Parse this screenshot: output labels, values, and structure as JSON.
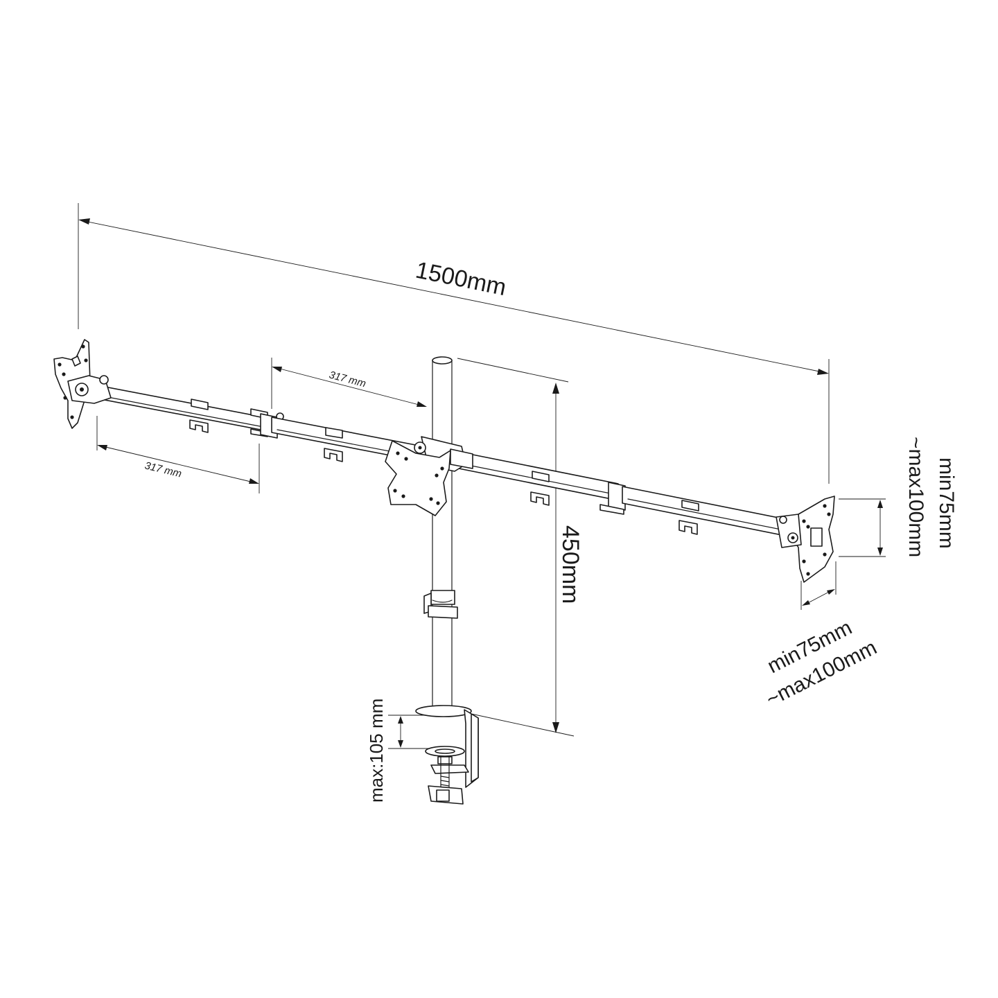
{
  "labels": {
    "total_width": "1500mm",
    "arm_segment_upper": "317 mm",
    "arm_segment_lower": "317 mm",
    "pole_height": "450mm",
    "clamp_max": "max:105 mm",
    "vesa_vertical_line1": "min75mm",
    "vesa_vertical_line2": "~max100mm",
    "vesa_horizontal_line1": "min75mm",
    "vesa_horizontal_line2": "~max100mm"
  },
  "colors": {
    "line": "#1a1a1a",
    "background": "#ffffff"
  }
}
